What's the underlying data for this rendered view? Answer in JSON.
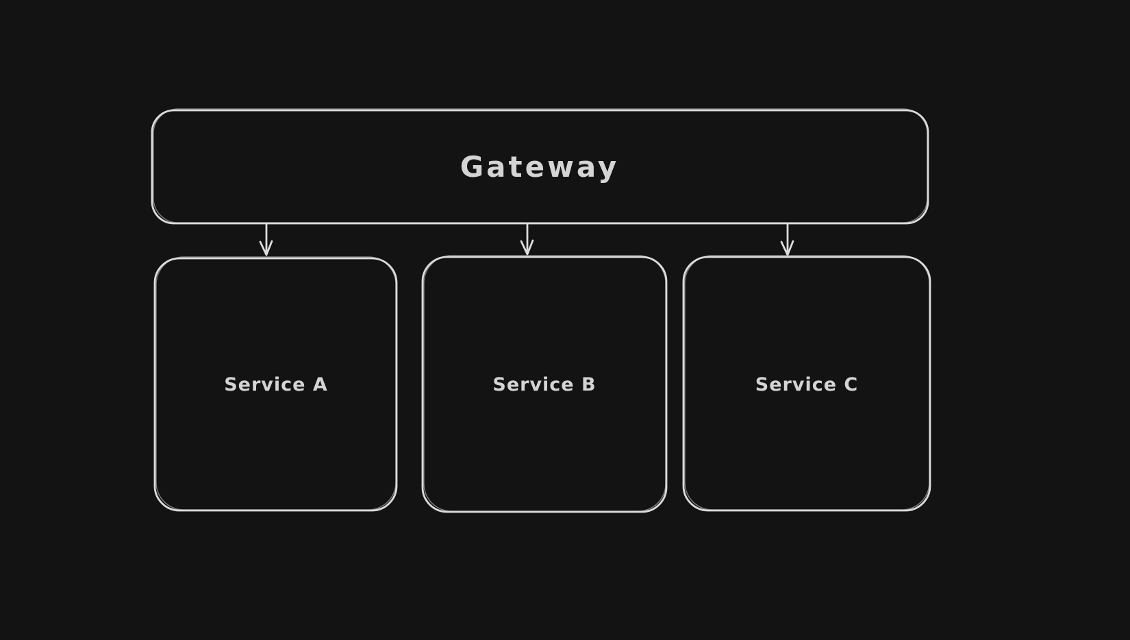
{
  "app": {
    "background_color": "#131313"
  },
  "diagram": {
    "type": "flowchart",
    "style": "hand-drawn",
    "stroke_color": "#dcdcdc",
    "text_color": "#d4d4d4",
    "nodes": [
      {
        "id": "gateway",
        "label": "Gateway",
        "shape": "rounded-rectangle"
      },
      {
        "id": "service-a",
        "label": "Service A",
        "shape": "rounded-rectangle"
      },
      {
        "id": "service-b",
        "label": "Service B",
        "shape": "rounded-rectangle"
      },
      {
        "id": "service-c",
        "label": "Service C",
        "shape": "rounded-rectangle"
      }
    ],
    "edges": [
      {
        "from": "gateway",
        "to": "service-a",
        "arrow": "down"
      },
      {
        "from": "gateway",
        "to": "service-b",
        "arrow": "down"
      },
      {
        "from": "gateway",
        "to": "service-c",
        "arrow": "down"
      }
    ]
  }
}
